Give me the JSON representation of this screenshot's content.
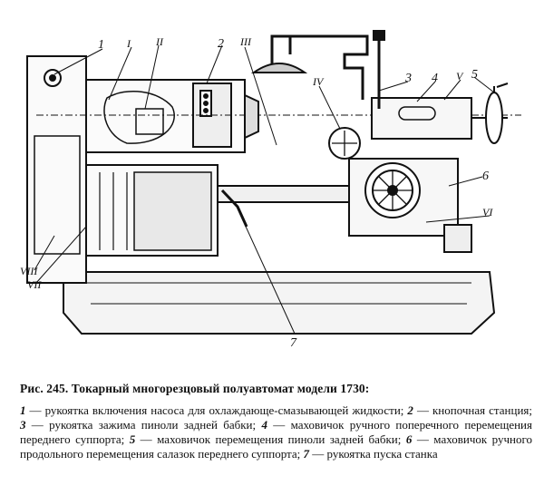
{
  "figure": {
    "arabic_labels": [
      "1",
      "2",
      "3",
      "4",
      "5",
      "6",
      "7"
    ],
    "roman_labels": [
      "I",
      "II",
      "III",
      "IV",
      "V",
      "VI",
      "VII",
      "VIII"
    ]
  },
  "caption": {
    "title": "Рис. 245. Токарный многорезцовый полуавтомат модели 1730:",
    "items": [
      {
        "num": "1",
        "text": " — рукоятка включения насоса для охлаждающе-смазывающей жидкости; "
      },
      {
        "num": "2",
        "text": " — кнопочная станция; "
      },
      {
        "num": "3",
        "text": " — рукоятка зажима пиноли задней бабки; "
      },
      {
        "num": "4",
        "text": " — маховичок ручного поперечного перемещения переднего суппорта; "
      },
      {
        "num": "5",
        "text": " — маховичок перемещения пиноли задней бабки; "
      },
      {
        "num": "6",
        "text": " — маховичок ручного продольного перемещения салазок переднего суппорта; "
      },
      {
        "num": "7",
        "text": " — рукоятка пуска станка"
      }
    ]
  }
}
